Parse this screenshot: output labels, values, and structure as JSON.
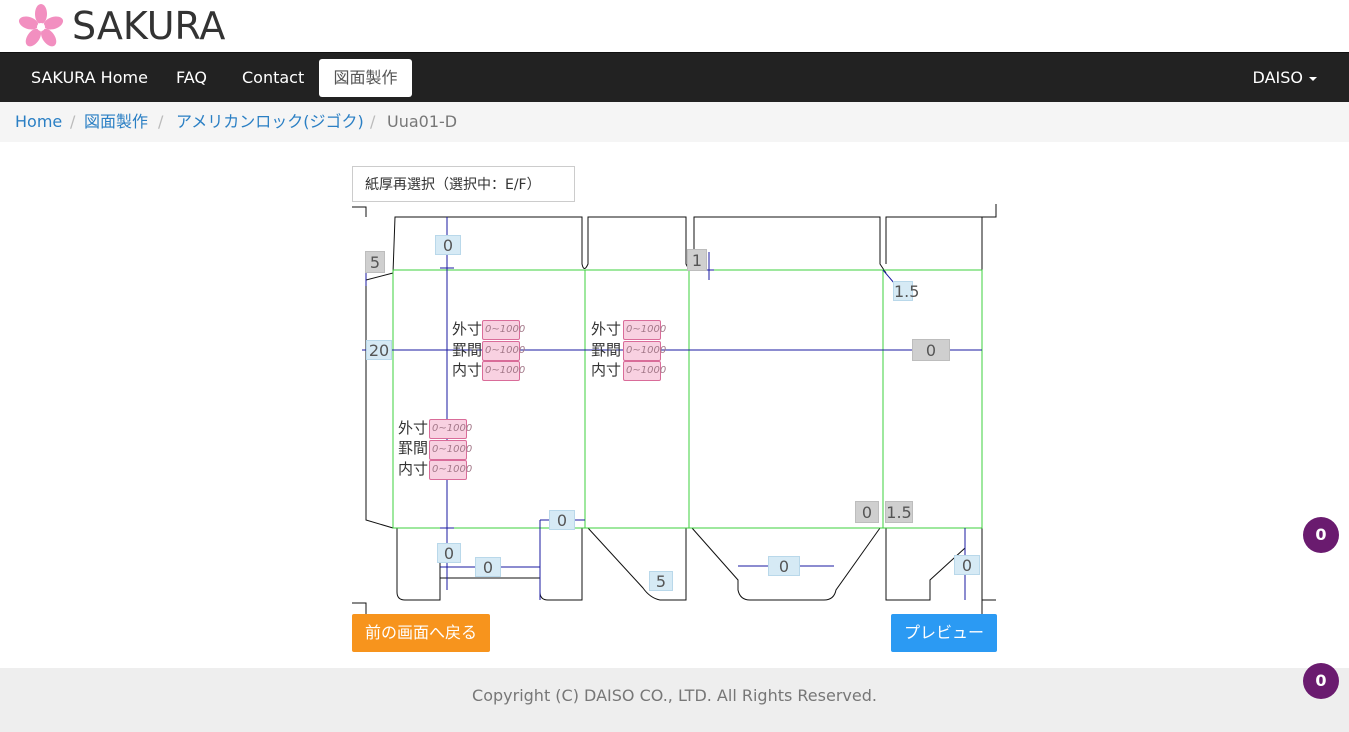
{
  "brand": {
    "name": "SAKURA",
    "logo_icon": "sakura-flower-icon"
  },
  "nav": {
    "items": [
      "SAKURA Home",
      "FAQ",
      "Contact"
    ],
    "active": "図面製作",
    "user": "DAISO"
  },
  "breadcrumb": [
    "Home",
    "図面製作",
    "アメリカンロック(ジゴク)",
    "Uua01-D"
  ],
  "reselect_label": "紙厚再選択（選択中：E/F）",
  "dimension_inputs": {
    "top_flap": "0",
    "left_side": "5",
    "glue_flap": "20",
    "mid_top": "1",
    "right_top": "1.5",
    "right_mid": "0",
    "bottom_left": "0",
    "bottom_left2": "0",
    "bottom_mid": "0",
    "bottom_right_a": "0",
    "bottom_right_b": "1.5",
    "bottom_diag": "5",
    "bottom_center": "0",
    "bottom_right": "0"
  },
  "measure_groups": {
    "labels": [
      "外寸",
      "罫間",
      "内寸"
    ],
    "placeholder": "0~1000"
  },
  "buttons": {
    "back": "前の画面へ戻る",
    "preview": "プレビュー"
  },
  "footer": {
    "copyright": "Copyright (C) DAISO CO., LTD. All Rights Reserved."
  },
  "badges": [
    "0",
    "0"
  ],
  "colors": {
    "navbar": "#222222",
    "link": "#2a7fc4",
    "back_button": "#f7941d",
    "preview_button": "#2b9af3",
    "badge": "#6a1b6f",
    "fold_line": "#00c800",
    "dim_line": "#00008b"
  }
}
